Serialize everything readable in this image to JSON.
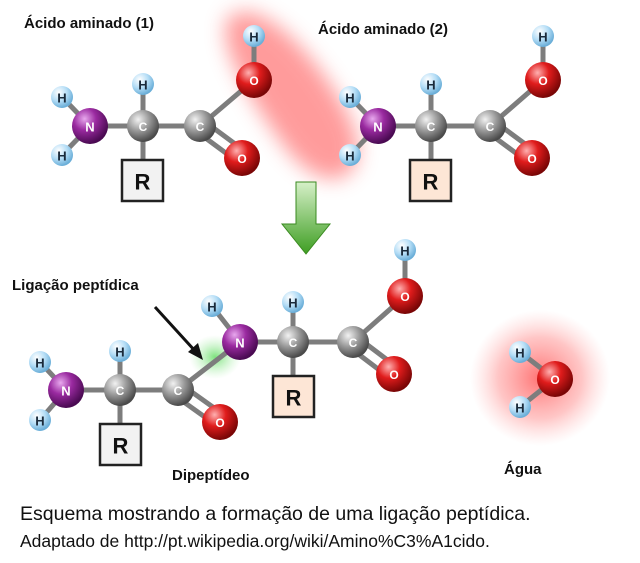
{
  "labels": {
    "aa1": "Ácido aminado (1)",
    "aa2": "Ácido aminado (2)",
    "bond": "Ligação peptídica",
    "dipeptide": "Dipeptídeo",
    "water": "Água"
  },
  "atoms": {
    "H": "H",
    "N": "N",
    "C": "C",
    "O": "O",
    "R": "R"
  },
  "caption": {
    "line1": "Esquema mostrando a formação de uma ligação peptídica.",
    "line2": "Adaptado de http://pt.wikipedia.org/wiki/Amino%C3%A1cido."
  },
  "colors": {
    "nitrogen": "#8a1a8e",
    "carbon": "#8c8c8c",
    "oxygen": "#d81818",
    "hydrogen": "#a8d8f5",
    "r_box_1": "#f2f2f2",
    "r_box_2": "#fde6d6",
    "arrow": "#4aa82a",
    "glow_red": "#ff6a6a",
    "glow_green": "#7be07b"
  }
}
